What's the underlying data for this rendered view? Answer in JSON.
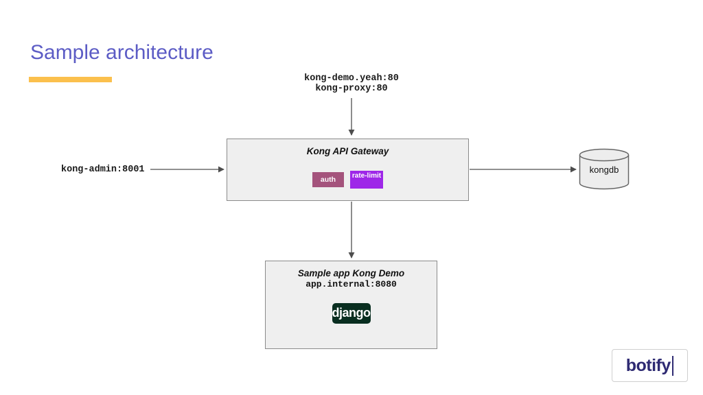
{
  "slide": {
    "title": "Sample architecture"
  },
  "diagram": {
    "ingress": {
      "line1": "kong-demo.yeah:80",
      "line2": "kong-proxy:80"
    },
    "admin_label": "kong-admin:8001",
    "gateway": {
      "title": "Kong API Gateway",
      "plugins": [
        {
          "label": "auth",
          "color": "#A4537C"
        },
        {
          "label": "rate-limit",
          "color": "#9E27E8"
        }
      ]
    },
    "database": {
      "label": "kongdb"
    },
    "app": {
      "title": "Sample app Kong Demo",
      "address": "app.internal:8080",
      "framework_logo": "django"
    }
  },
  "footer": {
    "logo_text": "botify"
  },
  "colors": {
    "title_text": "#5C5CC5",
    "title_underline": "#FBC04D",
    "auth_badge": "#A4537C",
    "rate_limit_badge": "#9E27E8",
    "django_green": "#092E20",
    "botify_navy": "#2E2A72",
    "box_fill": "#EFEFEF",
    "box_border": "#8A8A8A",
    "arrow": "#4D4D4D"
  }
}
